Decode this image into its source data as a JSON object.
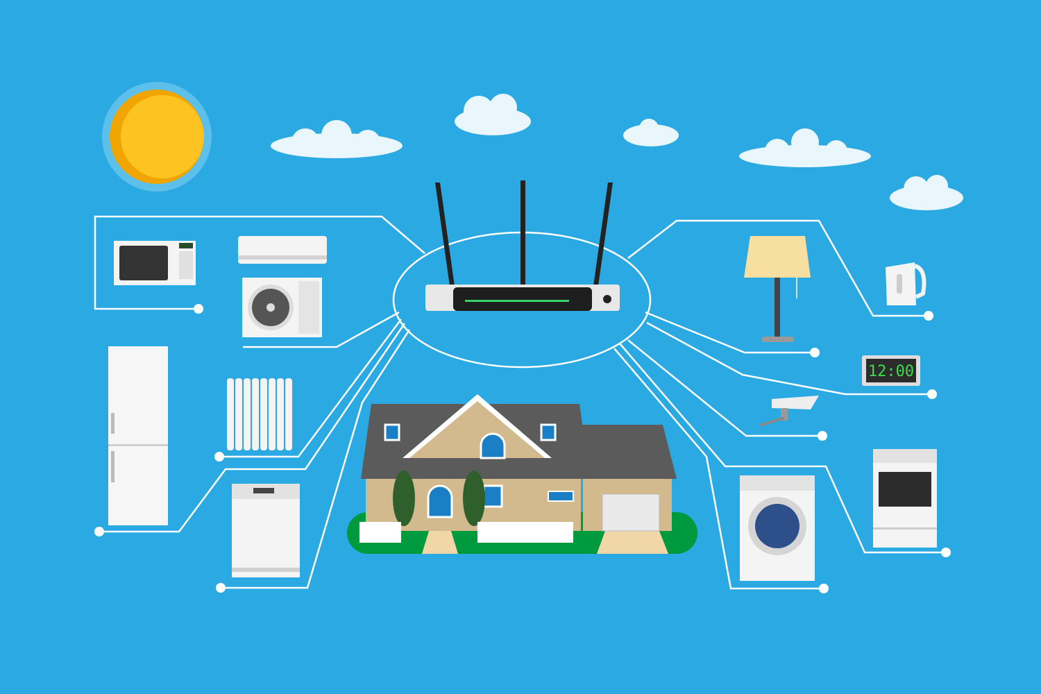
{
  "scene": {
    "background_color": "#2aa9e3",
    "line_color": "#ffffff",
    "sun_color": "#fdc421",
    "grass_color": "#009a3e",
    "hub": "wifi-router",
    "devices": [
      "microwave",
      "air-conditioner",
      "radiator",
      "refrigerator",
      "dishwasher",
      "table-lamp",
      "electric-kettle",
      "digital-clock",
      "security-camera",
      "washing-machine",
      "oven"
    ]
  },
  "clock": {
    "display": "12:00"
  }
}
